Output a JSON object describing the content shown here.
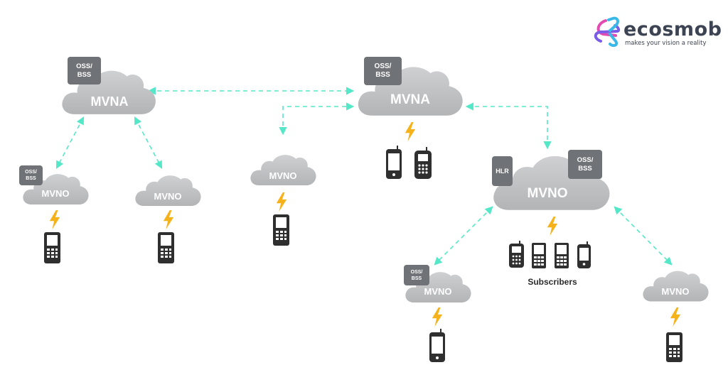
{
  "brand": {
    "name": "ecosmob",
    "tagline": "makes your vision a reality",
    "logo_colors": [
      "#e34bb1",
      "#3ab9e8",
      "#7b5ce6"
    ]
  },
  "colors": {
    "cloud": "#c1c2c4",
    "box": "#6f7276",
    "arrow": "#55e8c8",
    "bolt": "#f6b21a",
    "phone": "#2f2f2f"
  },
  "nodes": {
    "mvna_left": {
      "label": "MVNA",
      "box": "OSS/\nBSS"
    },
    "mvna_right": {
      "label": "MVNA",
      "box": "OSS/\nBSS"
    },
    "mvno_far_left": {
      "label": "MVNO",
      "box": "OSS/\nBSS"
    },
    "mvno_left": {
      "label": "MVNO"
    },
    "mvno_middle": {
      "label": "MVNO"
    },
    "mvno_big": {
      "label": "MVNO",
      "box_hlr": "HLR",
      "box": "OSS/\nBSS"
    },
    "mvno_bottom_left": {
      "label": "MVNO",
      "box": "OSS/\nBSS"
    },
    "mvno_bottom_right": {
      "label": "MVNO"
    }
  },
  "subscribers_label": "Subscribers"
}
